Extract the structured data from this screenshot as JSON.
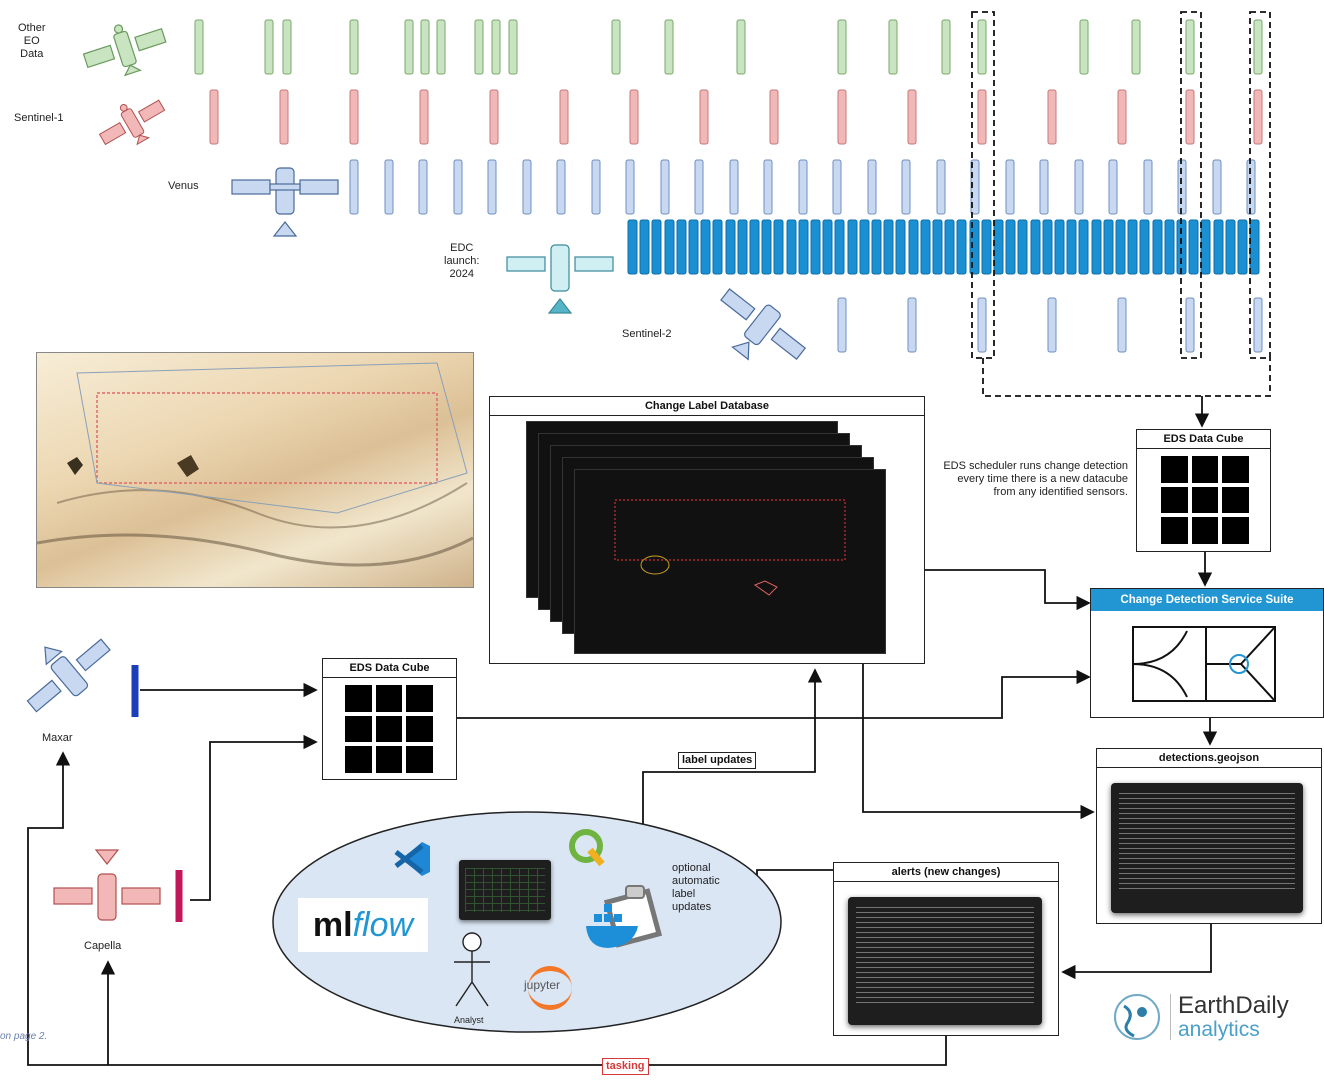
{
  "sensors": {
    "other_eo": "Other\nEO\nData",
    "sentinel1": "Sentinel-1",
    "venus": "Venus",
    "edc": "EDC\nlaunch:\n2024",
    "sentinel2": "Sentinel-2",
    "maxar": "Maxar",
    "capella": "Capella"
  },
  "boxes": {
    "change_label_db": "Change Label Database",
    "eds_cube_top": "EDS Data Cube",
    "eds_cube_left": "EDS Data Cube",
    "change_detection": "Change Detection Service Suite",
    "detections": "detections.geojson",
    "alerts": "alerts (new changes)"
  },
  "notes": {
    "scheduler": "EDS scheduler runs change detection every time there is a new datacube from any identified sensors.",
    "label_updates": "label updates",
    "optional": "optional\nautomatic\nlabel\nupdates",
    "tasking": "tasking",
    "analyst": "Analyst",
    "page_ref": "on page 2.",
    "jupyter": "jupyter"
  },
  "logos": {
    "mlflow_ml": "ml",
    "mlflow_flow": "flow",
    "earthdaily_top": "EarthDaily",
    "earthdaily_bottom": "analytics"
  },
  "colors": {
    "other_eo": "#c9e4c0",
    "sentinel1": "#f2b8b8",
    "venus": "#c7d8f0",
    "edc": "#1a8fd1",
    "maxar_bar": "#1b3fb8",
    "capella_bar": "#c2185b",
    "cds_header": "#2196d3",
    "ellipse": "#dbe6f4"
  }
}
